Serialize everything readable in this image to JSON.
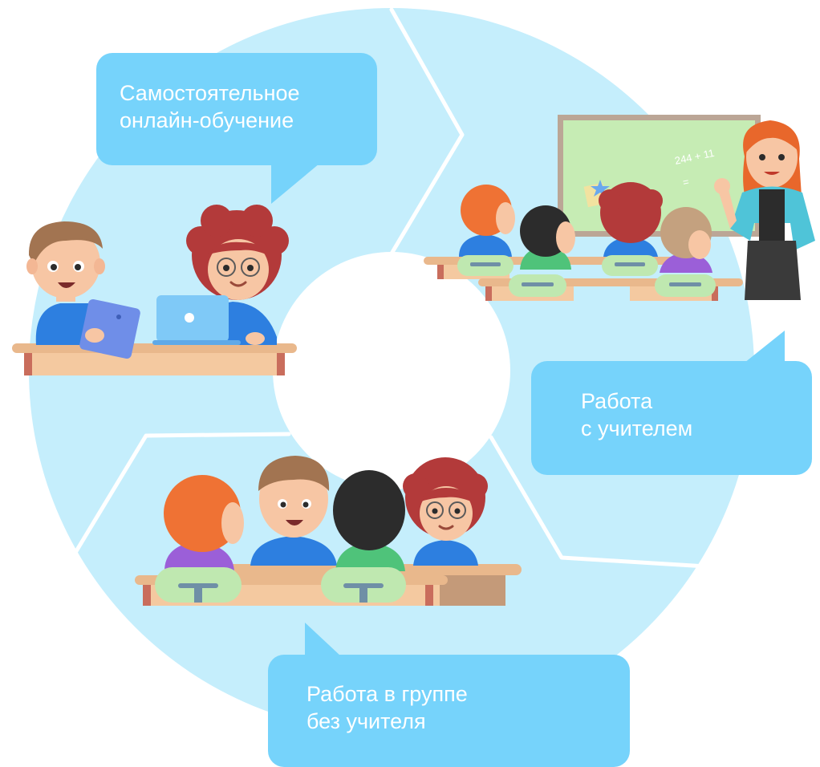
{
  "cycle": {
    "stages": [
      {
        "id": "online",
        "lines": [
          "Самостоятельное",
          "онлайн-обучение"
        ]
      },
      {
        "id": "teacher",
        "lines": [
          "Работа",
          "с учителем"
        ],
        "board_expression": "244 + 11",
        "board_equals": "="
      },
      {
        "id": "group",
        "lines": [
          "Работа в группе",
          "без учителя"
        ]
      }
    ]
  },
  "colors": {
    "ring": "#c5eefc",
    "bubble": "#76d3fb",
    "bubble_text": "#ffffff",
    "divider": "#ffffff",
    "board": "#c6ecb4",
    "desk": "#e9b88c",
    "chair": "#bfe8b0"
  }
}
